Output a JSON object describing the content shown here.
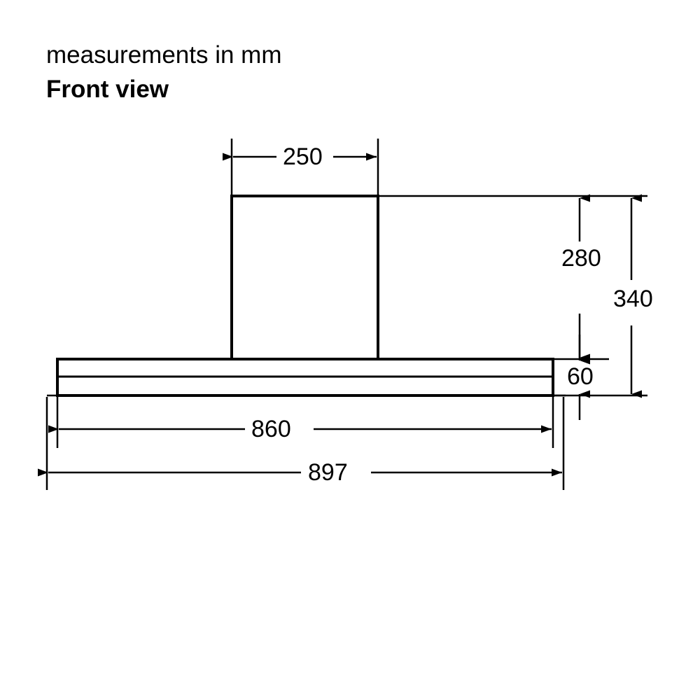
{
  "header": {
    "units_note": "measurements in mm",
    "view_title": "Front view"
  },
  "drawing": {
    "product": "range hood front view",
    "stroke_color": "#000000",
    "background_color": "#ffffff"
  },
  "dimensions": {
    "chimney_width": "250",
    "chimney_height": "280",
    "total_height": "340",
    "canopy_height": "60",
    "canopy_width": "860",
    "total_width": "897"
  },
  "chart_data": {
    "type": "diagram",
    "title": "Front view",
    "subtitle": "measurements in mm",
    "units": "mm",
    "annotations": [
      {
        "label": "250",
        "measures": "chimney width",
        "orientation": "horizontal",
        "value": 250
      },
      {
        "label": "280",
        "measures": "chimney height",
        "orientation": "vertical",
        "value": 280
      },
      {
        "label": "340",
        "measures": "overall height",
        "orientation": "vertical",
        "value": 340
      },
      {
        "label": "60",
        "measures": "canopy height",
        "orientation": "vertical",
        "value": 60
      },
      {
        "label": "860",
        "measures": "canopy width",
        "orientation": "horizontal",
        "value": 860
      },
      {
        "label": "897",
        "measures": "overall width",
        "orientation": "horizontal",
        "value": 897
      }
    ]
  }
}
